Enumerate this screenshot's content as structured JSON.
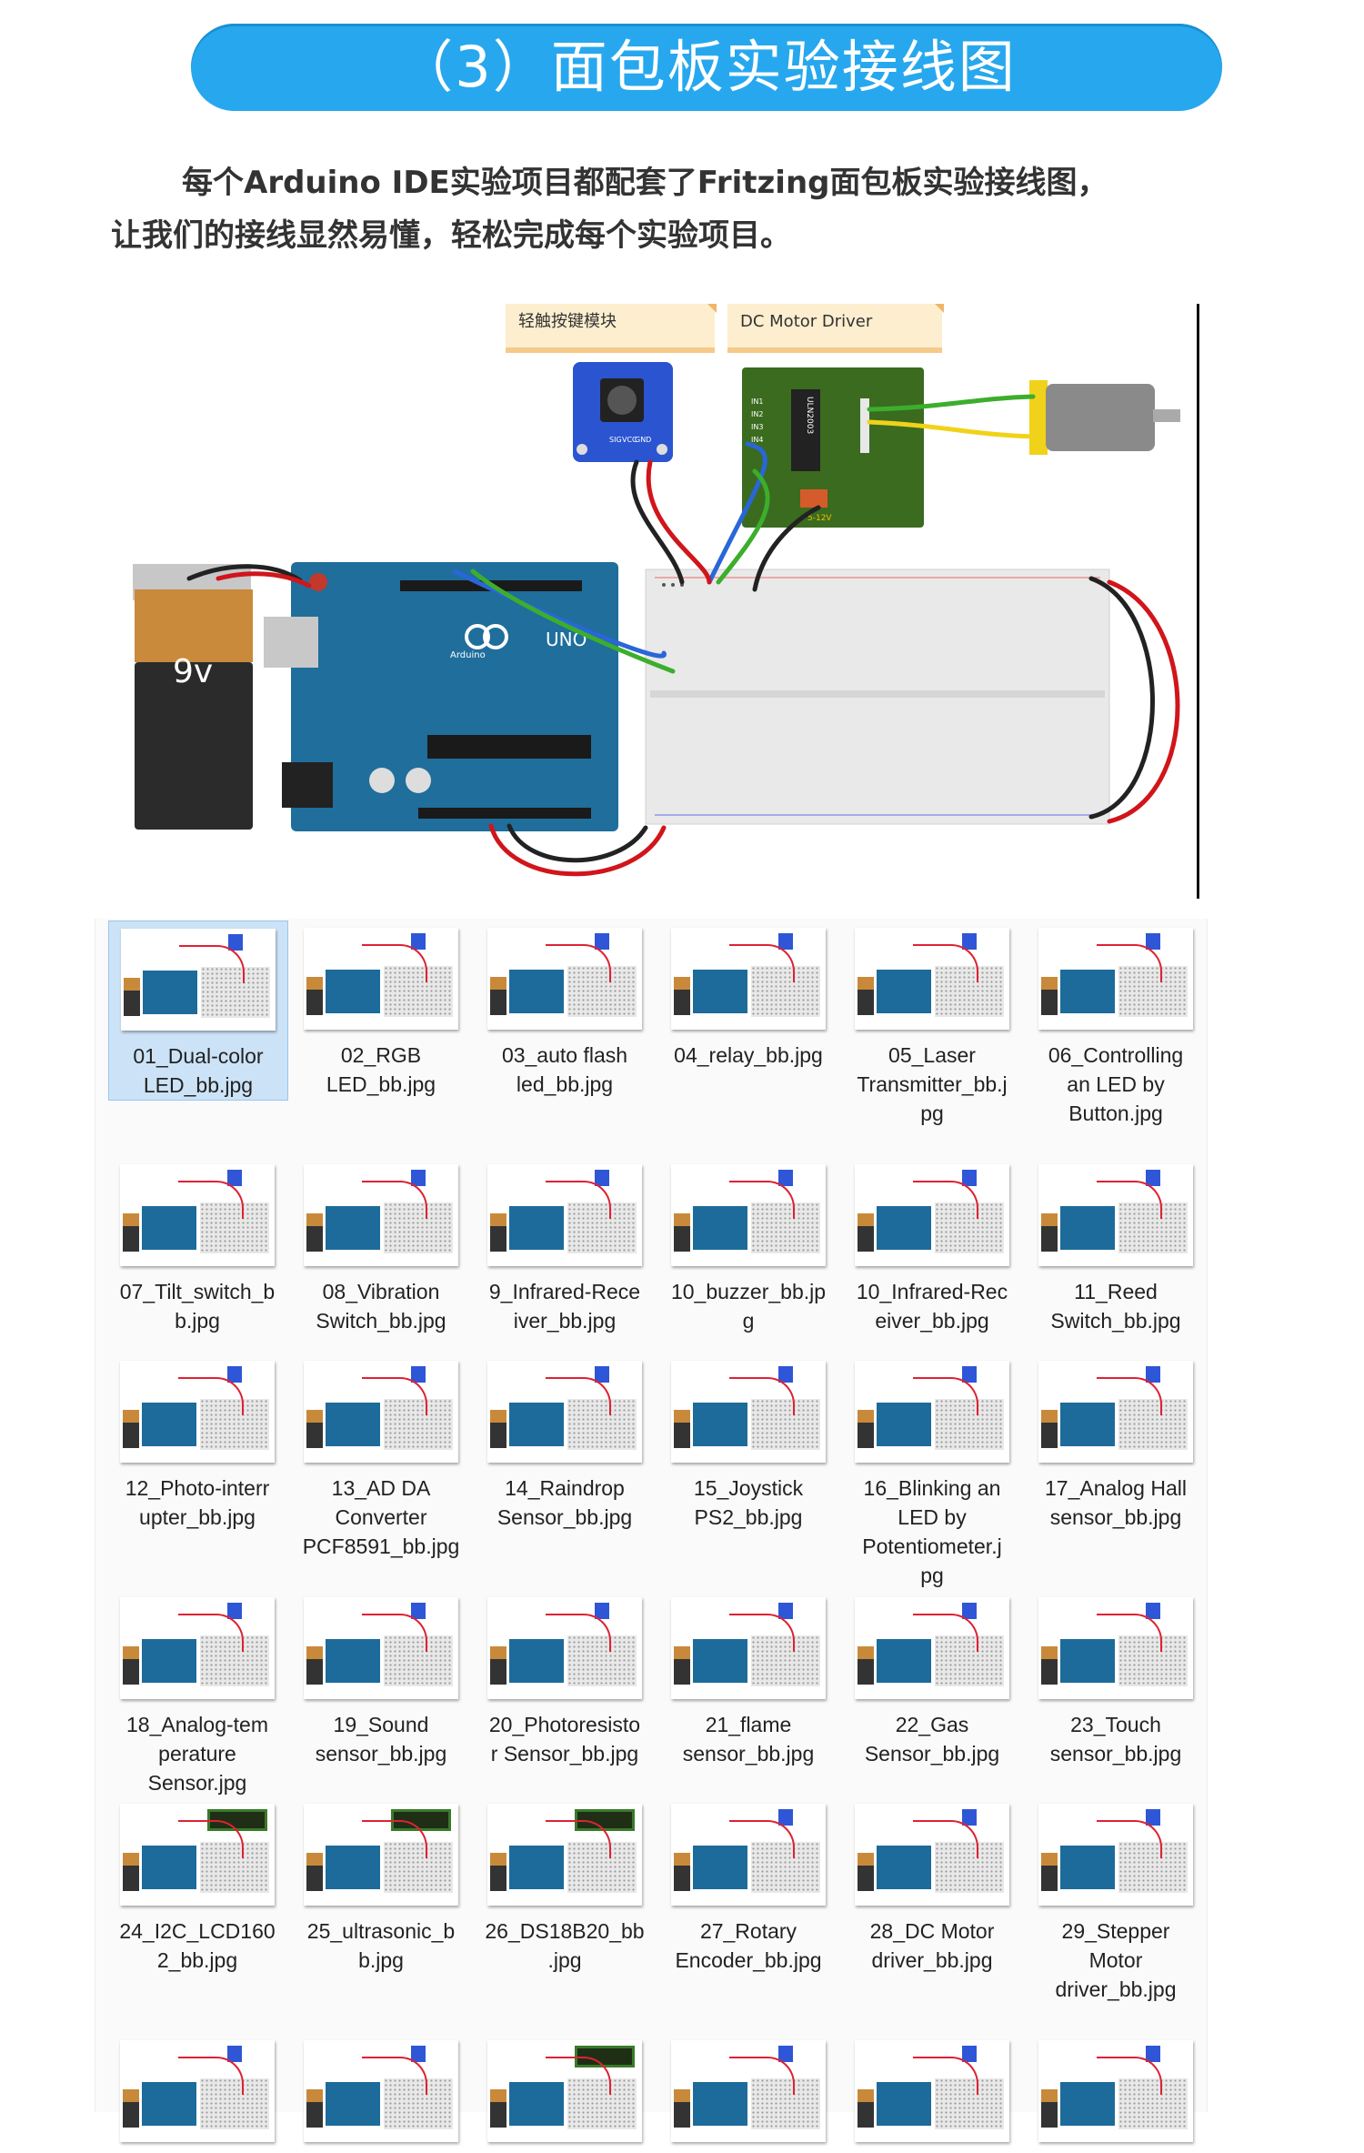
{
  "banner": {
    "title": "（3）面包板实验接线图"
  },
  "intro": {
    "line1": "每个Arduino IDE实验项目都配套了Fritzing面包板实验接线图，",
    "line2": "让我们的接线显然易懂，轻松完成每个实验项目。"
  },
  "diagram": {
    "note_button": "轻触按键模块",
    "note_driver": "DC Motor Driver",
    "battery_label": "9v",
    "board_label": "UNO",
    "board_brand": "Arduino",
    "chip_label": "ULN2003",
    "pin_labels": [
      "IN1",
      "IN2",
      "IN3",
      "IN4"
    ],
    "module_pins": [
      "SIG",
      "VCC",
      "GND"
    ],
    "supply_label": "5-12V",
    "colors": {
      "breadboard": "#e9e9e9",
      "arduino": "#1f6e9c",
      "driver_pcb": "#3a6b1f",
      "module": "#2b55d0",
      "wire_red": "#d0151b",
      "wire_black": "#222222",
      "wire_green": "#3cae2c",
      "wire_blue": "#2a66d8",
      "motor": "#f1d21a"
    }
  },
  "files": [
    {
      "name": "01_Dual-color\nLED_bb.jpg",
      "selected": true
    },
    {
      "name": "02_RGB\nLED_bb.jpg"
    },
    {
      "name": "03_auto flash\nled_bb.jpg"
    },
    {
      "name": "04_relay_bb.jpg"
    },
    {
      "name": "05_Laser\nTransmitter_bb.j\npg"
    },
    {
      "name": "06_Controlling\nan LED by\nButton.jpg"
    },
    {
      "name": "07_Tilt_switch_b\nb.jpg"
    },
    {
      "name": "08_Vibration\nSwitch_bb.jpg"
    },
    {
      "name": "9_Infrared-Rece\niver_bb.jpg"
    },
    {
      "name": "10_buzzer_bb.jp\ng"
    },
    {
      "name": "10_Infrared-Rec\neiver_bb.jpg"
    },
    {
      "name": "11_Reed\nSwitch_bb.jpg"
    },
    {
      "name": "12_Photo-interr\nupter_bb.jpg"
    },
    {
      "name": "13_AD DA\nConverter\nPCF8591_bb.jpg"
    },
    {
      "name": "14_Raindrop\nSensor_bb.jpg"
    },
    {
      "name": "15_Joystick\nPS2_bb.jpg"
    },
    {
      "name": "16_Blinking an\nLED by\nPotentiometer.j\npg"
    },
    {
      "name": "17_Analog Hall\nsensor_bb.jpg"
    },
    {
      "name": "18_Analog-tem\nperature\nSensor.jpg"
    },
    {
      "name": "19_Sound\nsensor_bb.jpg"
    },
    {
      "name": "20_Photoresisto\nr Sensor_bb.jpg"
    },
    {
      "name": "21_flame\nsensor_bb.jpg"
    },
    {
      "name": "22_Gas\nSensor_bb.jpg"
    },
    {
      "name": "23_Touch\nsensor_bb.jpg"
    },
    {
      "name": "24_I2C_LCD160\n2_bb.jpg",
      "lcd": true
    },
    {
      "name": "25_ultrasonic_b\nb.jpg",
      "lcd": true
    },
    {
      "name": "26_DS18B20_bb\n.jpg",
      "lcd": true
    },
    {
      "name": "27_Rotary\nEncoder_bb.jpg"
    },
    {
      "name": "28_DC Motor\ndriver_bb.jpg"
    },
    {
      "name": "29_Stepper\nMotor\ndriver_bb.jpg"
    },
    {
      "name": ""
    },
    {
      "name": ""
    },
    {
      "name": "",
      "lcd": true
    },
    {
      "name": ""
    },
    {
      "name": ""
    },
    {
      "name": ""
    }
  ]
}
